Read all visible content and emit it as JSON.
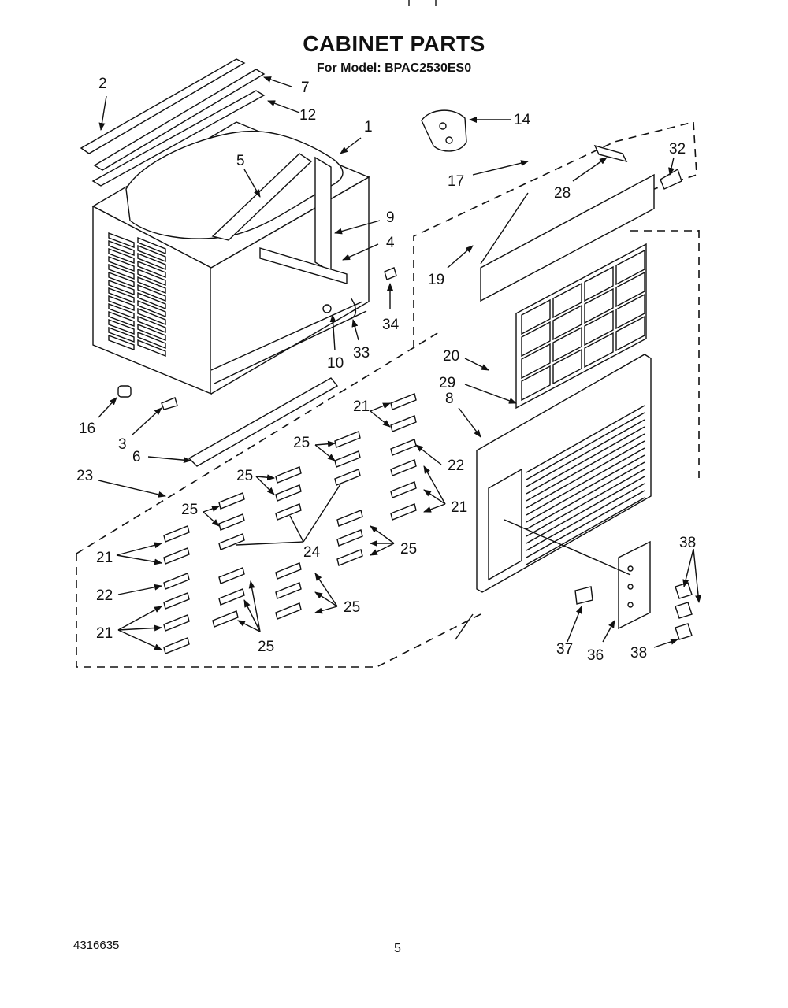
{
  "header": {
    "title": "CABINET PARTS",
    "subtitle": "For Model: BPAC2530ES0"
  },
  "footer": {
    "doc_number": "4316635",
    "page_number": "5"
  },
  "callouts": {
    "c2": "2",
    "c7": "7",
    "c12": "12",
    "c1": "1",
    "c5": "5",
    "c9": "9",
    "c4": "4",
    "c34": "34",
    "c10": "10",
    "c33": "33",
    "c14": "14",
    "c17": "17",
    "c28": "28",
    "c32": "32",
    "c19": "19",
    "c20": "20",
    "c29": "29",
    "c8": "8",
    "c16": "16",
    "c3": "3",
    "c6": "6",
    "c23": "23",
    "c21a": "21",
    "c25a": "25",
    "c22a": "22",
    "c25b": "25",
    "c21b": "21",
    "c25c": "25",
    "c24": "24",
    "c25d": "25",
    "c21c": "21",
    "c22b": "22",
    "c21d": "21",
    "c25e": "25",
    "c25f": "25",
    "c38a": "38",
    "c37": "37",
    "c36": "36",
    "c38b": "38"
  }
}
